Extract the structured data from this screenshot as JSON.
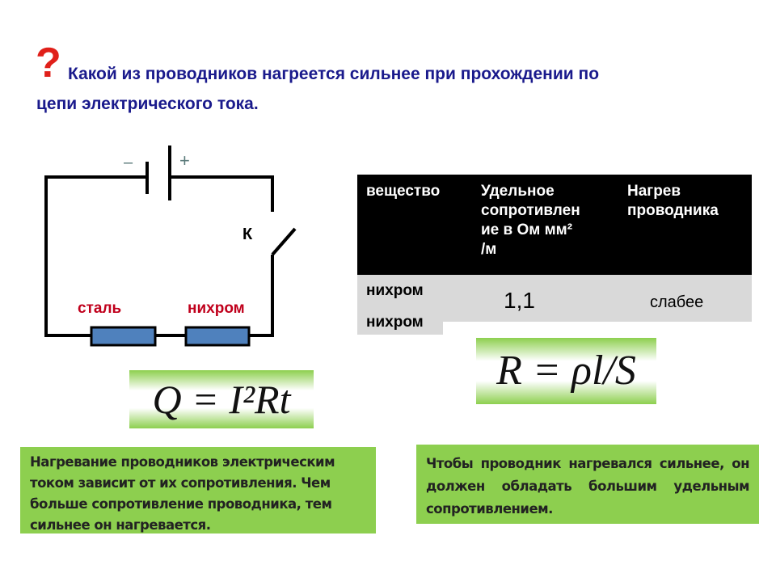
{
  "question": {
    "mark": "?",
    "line1": "Какой из проводников нагреется сильнее при прохождении по",
    "line2": "цепи электрического тока."
  },
  "circuit": {
    "minus": "–",
    "plus": "+",
    "switch_label": "К",
    "resistor1_label": "сталь",
    "resistor2_label": "нихром"
  },
  "table": {
    "headers": [
      "вещество",
      "Удельное сопротивлен ие в Ом мм² /м",
      "Нагрев проводника"
    ],
    "header_lines": [
      "Удельное",
      "сопротивлен",
      "ие в  Ом мм²",
      "/м"
    ],
    "row": {
      "substance": "нихром",
      "resistivity": "1,1",
      "heating": "слабее"
    },
    "overlap_top": "1,1",
    "overlap_substance": "нихром"
  },
  "formulas": {
    "joule": "Q = I²Rt",
    "resistance": "R = ρl/S"
  },
  "notes": {
    "left": "Нагревание проводников электрическим током зависит от их сопротивления. Чем больше сопротивление проводника, тем сильнее он нагревается.",
    "right": "Чтобы проводник нагревался сильнее, он должен обладать большим удельным сопротивлением."
  },
  "colors": {
    "question_mark": "#e0201a",
    "title": "#1a1a8c",
    "label": "#c0001c",
    "green": "#8dcf4f",
    "resistor": "#4f81bd"
  }
}
